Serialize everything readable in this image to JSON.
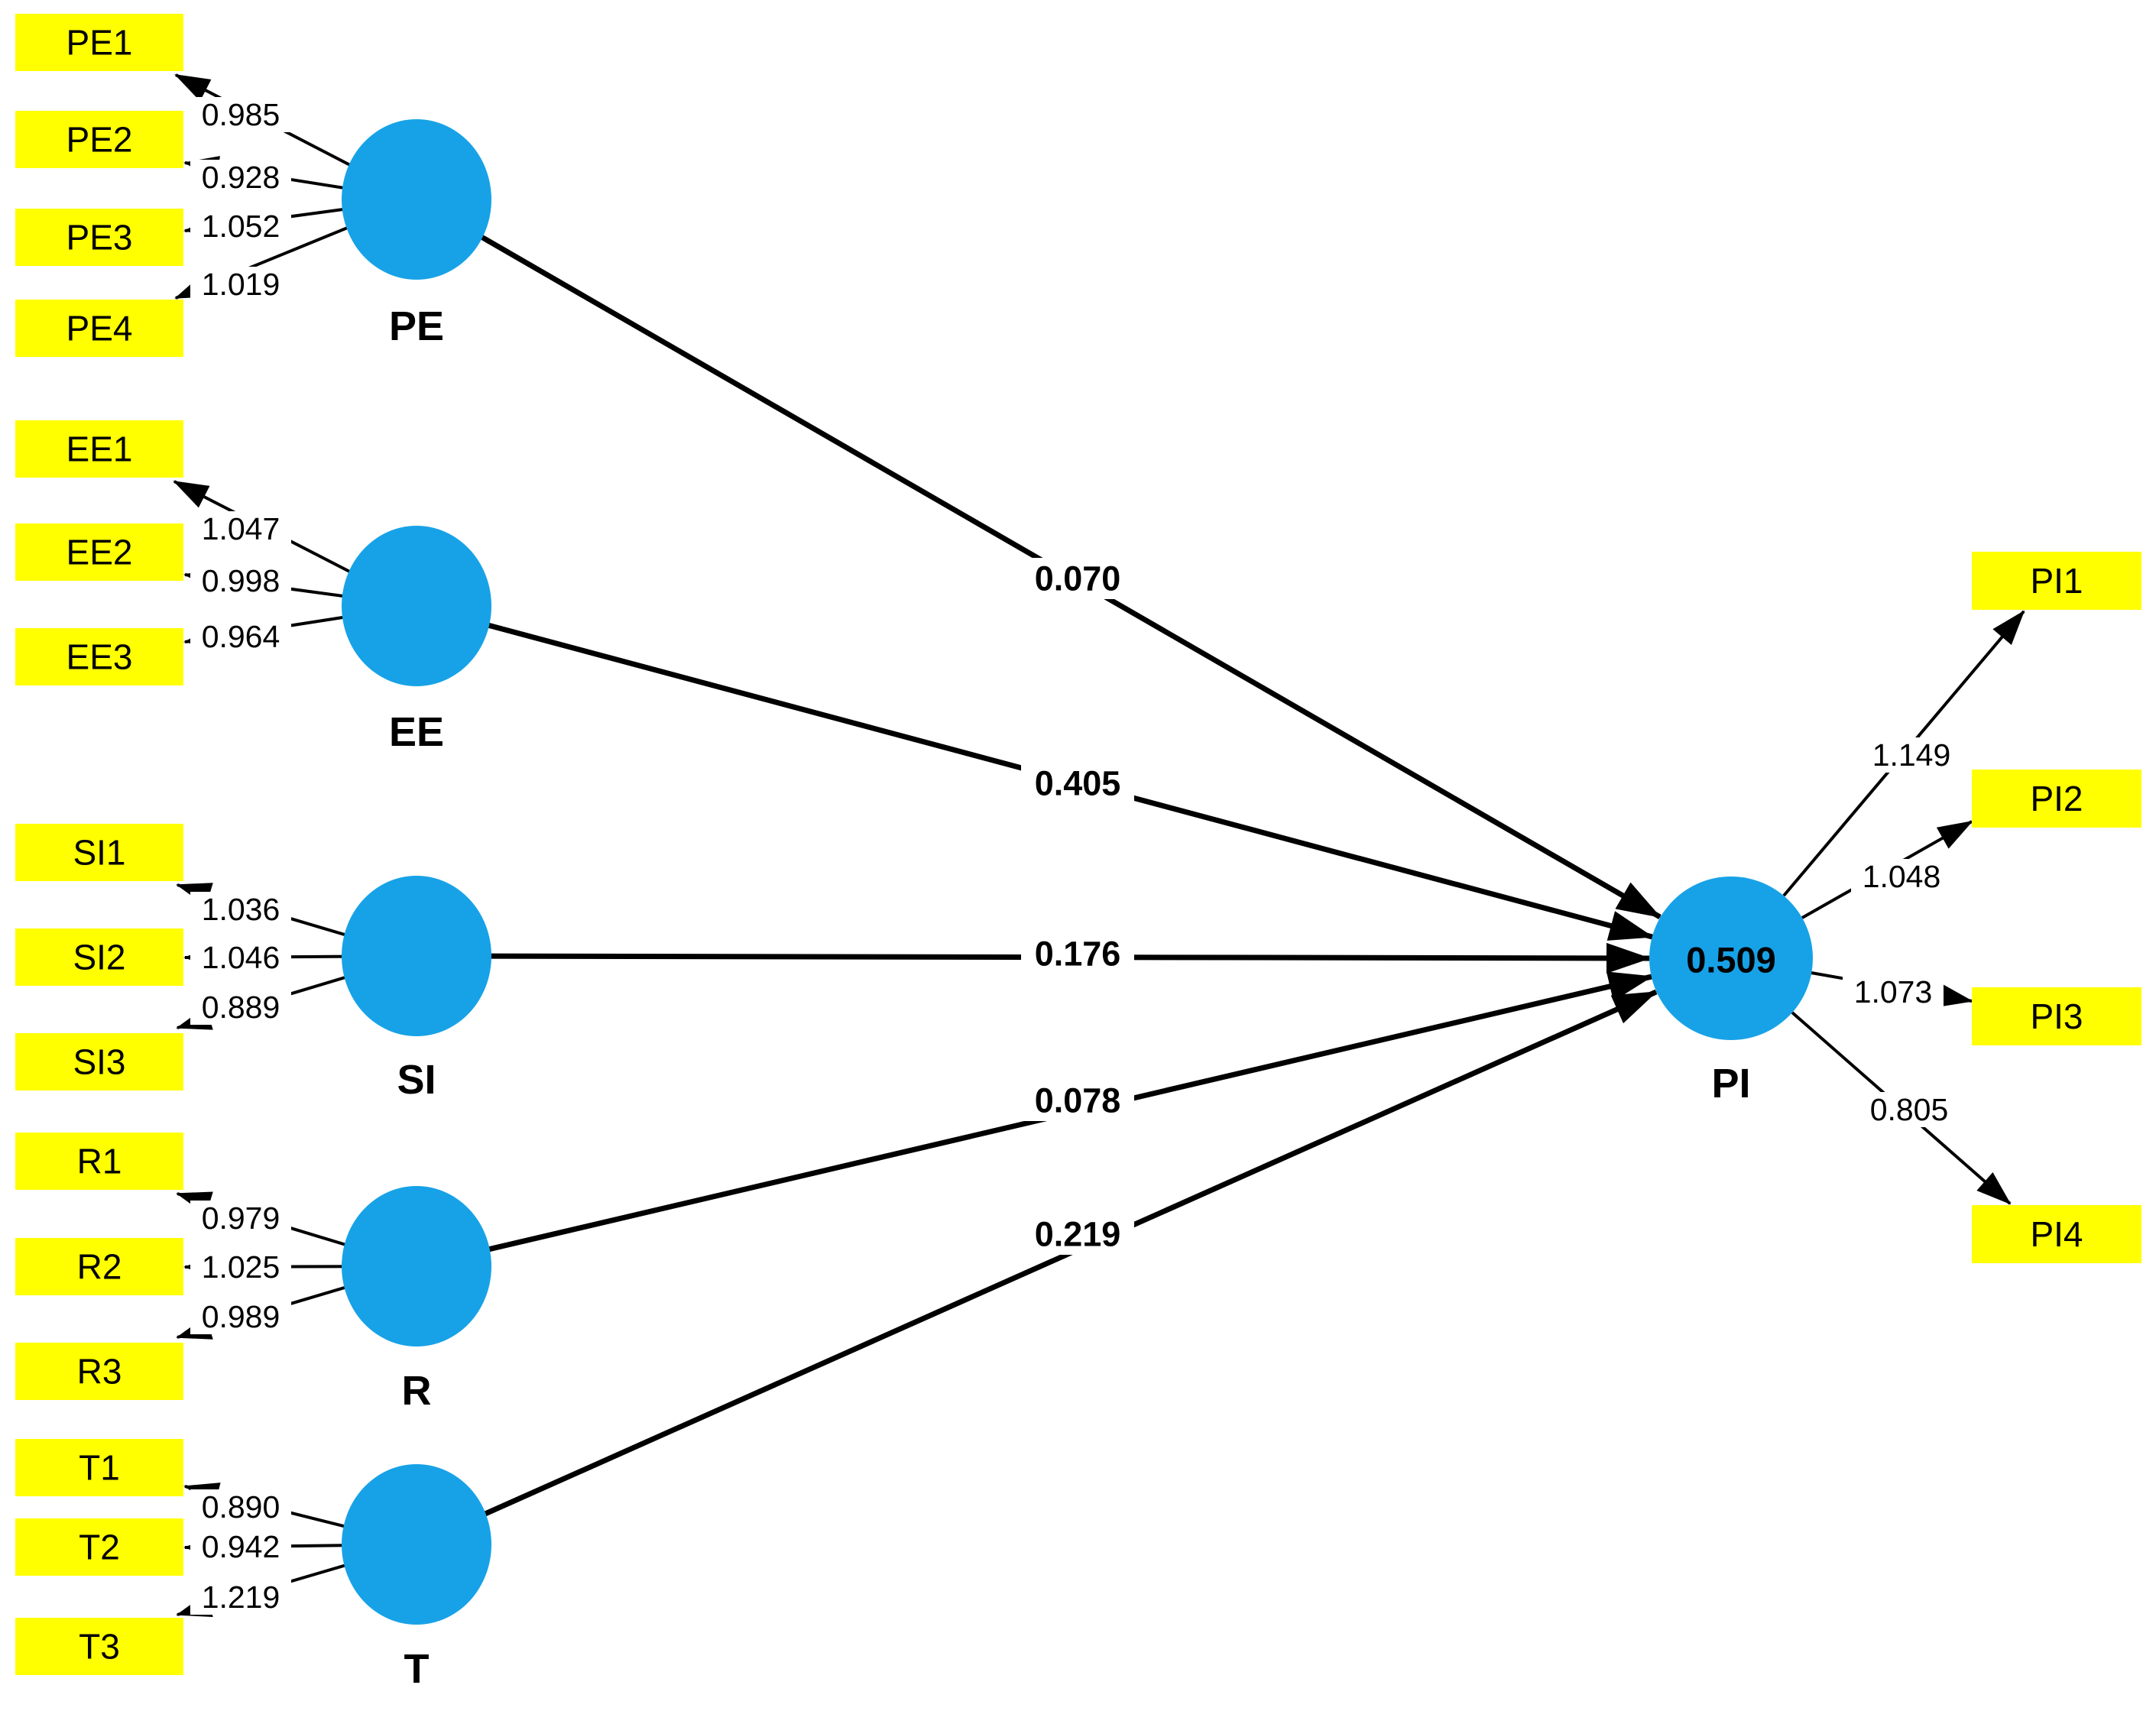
{
  "model": {
    "type": "structural-equation-path-model",
    "colors": {
      "indicator_fill": "#ffff00",
      "construct_fill": "#17a2e7",
      "line": "#000000",
      "text": "#000000",
      "r2_text": "#ffffff",
      "background": "#ffffff"
    },
    "constructs": [
      {
        "id": "PE",
        "label": "PE",
        "indicators": [
          {
            "label": "PE1",
            "loading": "0.985"
          },
          {
            "label": "PE2",
            "loading": "0.928"
          },
          {
            "label": "PE3",
            "loading": "1.052"
          },
          {
            "label": "PE4",
            "loading": "1.019"
          }
        ]
      },
      {
        "id": "EE",
        "label": "EE",
        "indicators": [
          {
            "label": "EE1",
            "loading": "1.047"
          },
          {
            "label": "EE2",
            "loading": "0.998"
          },
          {
            "label": "EE3",
            "loading": "0.964"
          }
        ]
      },
      {
        "id": "SI",
        "label": "SI",
        "indicators": [
          {
            "label": "SI1",
            "loading": "1.036"
          },
          {
            "label": "SI2",
            "loading": "1.046"
          },
          {
            "label": "SI3",
            "loading": "0.889"
          }
        ]
      },
      {
        "id": "R",
        "label": "R",
        "indicators": [
          {
            "label": "R1",
            "loading": "0.979"
          },
          {
            "label": "R2",
            "loading": "1.025"
          },
          {
            "label": "R3",
            "loading": "0.989"
          }
        ]
      },
      {
        "id": "T",
        "label": "T",
        "indicators": [
          {
            "label": "T1",
            "loading": "0.890"
          },
          {
            "label": "T2",
            "loading": "0.942"
          },
          {
            "label": "T3",
            "loading": "1.219"
          }
        ]
      },
      {
        "id": "PI",
        "label": "PI",
        "r_squared": "0.509",
        "indicators": [
          {
            "label": "PI1",
            "loading": "1.149"
          },
          {
            "label": "PI2",
            "loading": "1.048"
          },
          {
            "label": "PI3",
            "loading": "1.073"
          },
          {
            "label": "PI4",
            "loading": "0.805"
          }
        ]
      }
    ],
    "paths": [
      {
        "from": "PE",
        "to": "PI",
        "coefficient": "0.070"
      },
      {
        "from": "EE",
        "to": "PI",
        "coefficient": "0.405"
      },
      {
        "from": "SI",
        "to": "PI",
        "coefficient": "0.176"
      },
      {
        "from": "R",
        "to": "PI",
        "coefficient": "0.078"
      },
      {
        "from": "T",
        "to": "PI",
        "coefficient": "0.219"
      }
    ]
  }
}
